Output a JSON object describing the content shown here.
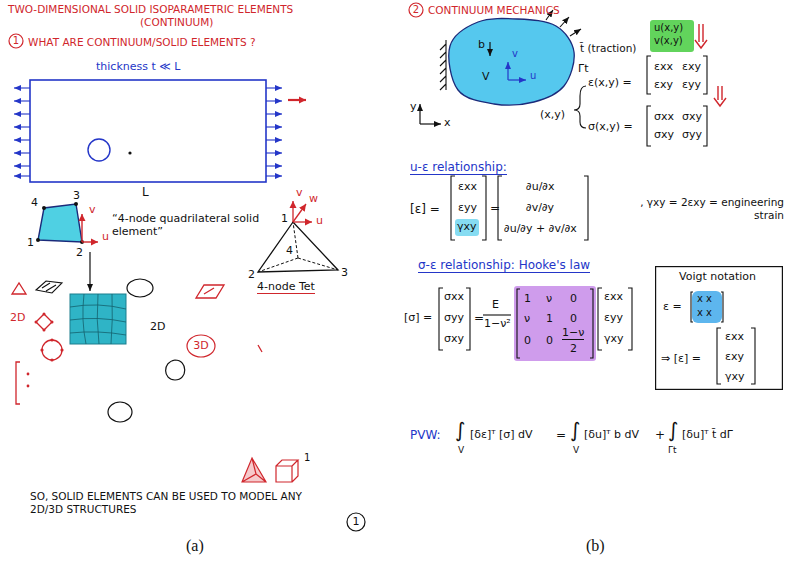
{
  "diagram": {
    "nodes": [
      {
        "text": [
          "1"
        ]
      },
      {
        "text": [
          "3D"
        ]
      },
      {
        "text": [
          "1"
        ]
      },
      {
        "text": [
          "2"
        ]
      },
      {
        "text": [
          "b",
          "v",
          "u",
          "V"
        ]
      },
      {
        "text": [
          "u(x,y)",
          "v(x,y)"
        ]
      },
      {
        "text": [
          "γxy"
        ]
      },
      {
        "text": [
          "1",
          "ν",
          "0",
          "ν",
          "1",
          "0",
          "0",
          "0",
          "1−ν",
          "2"
        ]
      },
      {
        "text": [
          "Voigt notation",
          "ε =",
          "⇒ [ε] =",
          "εxx",
          "εxy",
          "γxy"
        ]
      },
      {
        "text": [
          "x x",
          "x x"
        ],
        "in": 8
      }
    ],
    "labels": [
      "TWO-DIMENSIONAL SOLID ISOPARAMETRIC ELEMENTS",
      "(CONTINUUM)",
      "WHAT ARE CONTINUUM/SOLID ELEMENTS ?",
      "thickness t ≪ L",
      "L",
      "4",
      "3",
      "1",
      "2",
      "v",
      "u",
      "“4-node quadrilateral solid element”",
      "1",
      "v",
      "w",
      "u",
      "4",
      "2",
      "3",
      "4-node Tet",
      "2D",
      "2D",
      "1",
      "SO, SOLID ELEMENTS CAN BE USED TO MODEL ANY 2D/3D STRUCTURES",
      "(a)",
      "CONTINUUM MECHANICS",
      "t̄ (traction)",
      "Γt",
      "y",
      "x",
      "(x,y)",
      "ε(x,y) =",
      "εxx",
      "εxy",
      "εxy",
      "εyy",
      "σ(x,y) =",
      "σxx",
      "σxy",
      "σxy",
      "σyy",
      "u-ε relationship:",
      "[ε] =",
      "εxx",
      "εyy",
      "=",
      "∂u/∂x",
      "∂v/∂y",
      "∂u/∂y + ∂v/∂x",
      ", γxy = 2εxy = engineering strain",
      "σ-ε relationship: Hooke's law",
      "[σ] =",
      "σxx",
      "σyy",
      "σxy",
      "=",
      "E",
      "1−ν²",
      "εxx",
      "εyy",
      "γxy",
      "PVW:",
      "∫",
      "V",
      "[δε]ᵀ [σ] dV",
      "=",
      "∫",
      "V",
      "[δu]ᵀ b dV",
      "+",
      "∫",
      "Γt",
      "[δu]ᵀ t̄ dΓ",
      "(b)"
    ]
  }
}
